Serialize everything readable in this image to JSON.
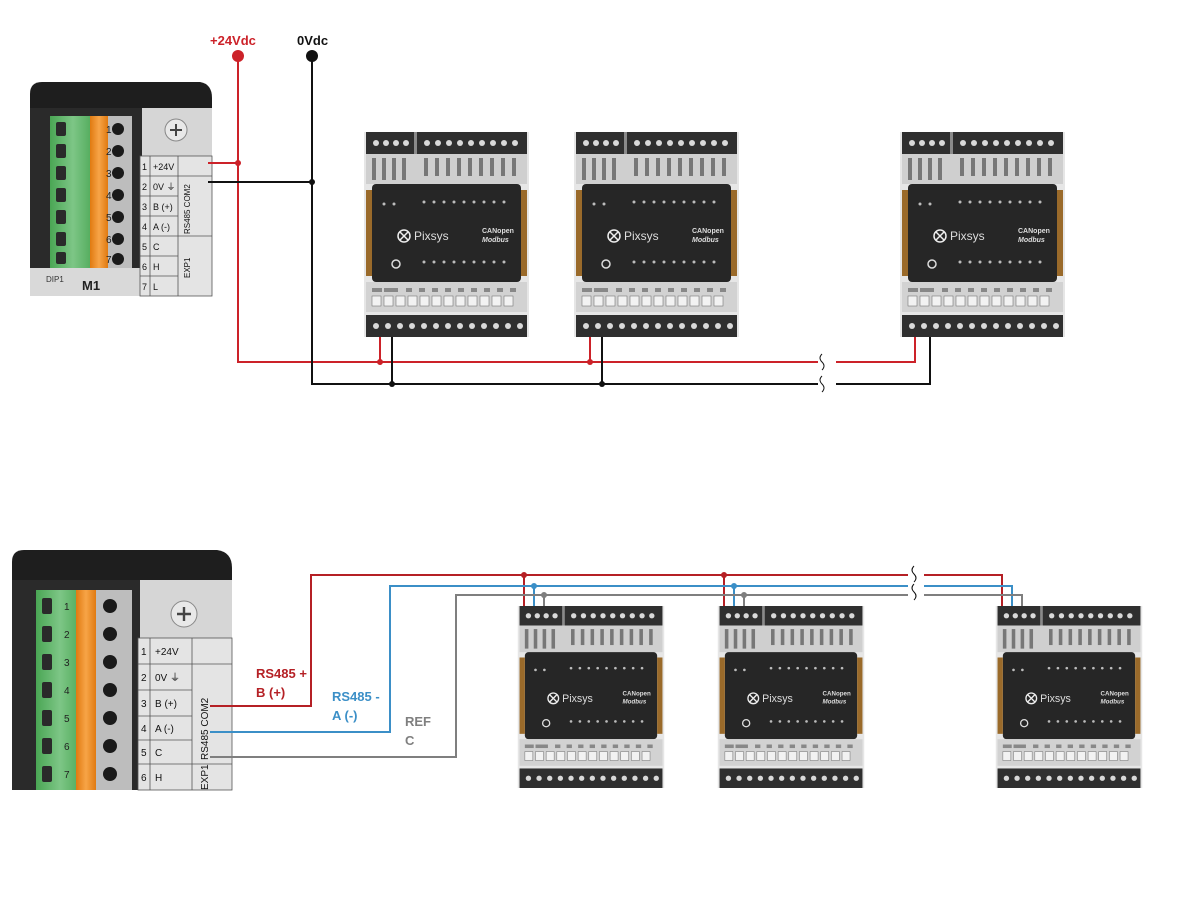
{
  "power_diagram": {
    "supply_positive_label": "+24Vdc",
    "supply_negative_label": "0Vdc"
  },
  "rs485_diagram": {
    "line_b_label_1": "RS485 +",
    "line_b_label_2": "B (+)",
    "line_a_label_1": "RS485 -",
    "line_a_label_2": "A (-)",
    "ref_label_1": "REF",
    "ref_label_2": "C"
  },
  "master_terminal": {
    "module_label": "M1",
    "dip_label": "DIP1",
    "com_label": "RS485 COM2",
    "exp_label": "EXP1",
    "rows": [
      {
        "num": "1",
        "name": "+24V"
      },
      {
        "num": "2",
        "name": "0V ⏚"
      },
      {
        "num": "3",
        "name": "B (+)"
      },
      {
        "num": "4",
        "name": "A (-)"
      },
      {
        "num": "5",
        "name": "C"
      },
      {
        "num": "6",
        "name": "H"
      },
      {
        "num": "7",
        "name": "L"
      }
    ],
    "pin_numbers": [
      "1",
      "2",
      "3",
      "4",
      "5",
      "6",
      "7"
    ]
  },
  "expansion_module": {
    "brand": "Pixsys",
    "protocol_1": "CANopen",
    "protocol_2": "Modbus"
  },
  "colors": {
    "positive": "#cc2229",
    "negative": "#111111",
    "rs485_b": "#b52025",
    "rs485_a": "#3b8fc7",
    "ref": "#7f7f7f"
  }
}
